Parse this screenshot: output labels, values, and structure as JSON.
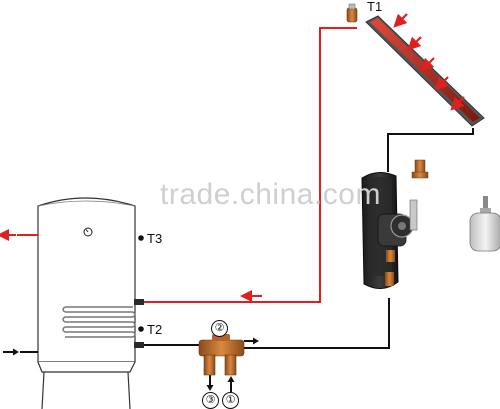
{
  "watermark": "trade.china.com",
  "labels": {
    "t1": "T1",
    "t2": "T2",
    "t3": "T3",
    "n1": "①",
    "n2": "②",
    "n3": "③"
  },
  "colors": {
    "hot_pipe": "#e0201f",
    "cold_pipe": "#111111",
    "arrow": "#e0201f",
    "collector": "#c0392b",
    "tank_outline": "#333333"
  }
}
